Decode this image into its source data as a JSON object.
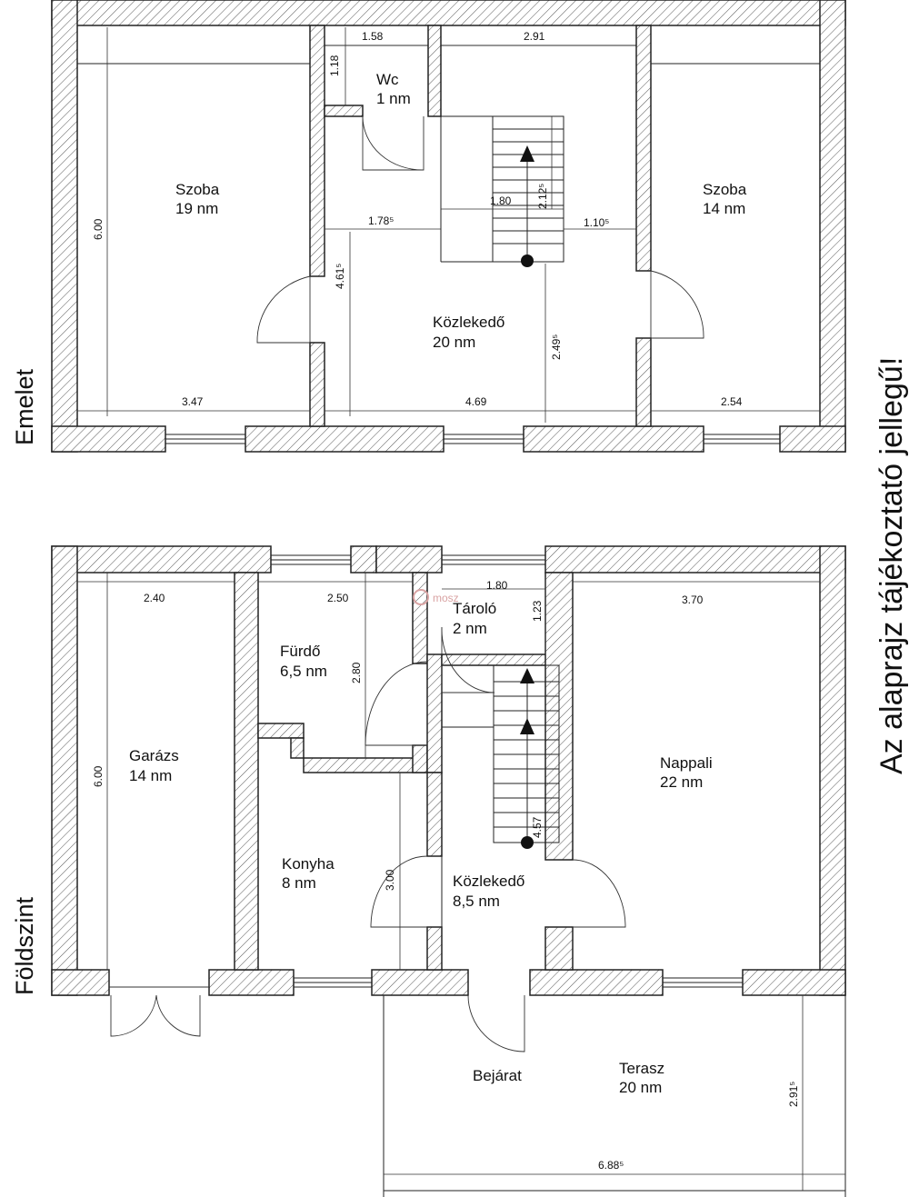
{
  "floors": {
    "upper": {
      "label": "Emelet",
      "rooms": [
        {
          "name": "Szoba",
          "area": "19 nm"
        },
        {
          "name": "Wc",
          "area": "1 nm"
        },
        {
          "name": "Szoba",
          "area": "14 nm"
        },
        {
          "name": "Közlekedő",
          "area": "20 nm"
        }
      ],
      "dimensions": [
        "1.58",
        "2.91",
        "1.18",
        "1.80",
        "2.12⁵",
        "1.78⁵",
        "1.10⁵",
        "6.00",
        "4.61⁵",
        "2.49⁵",
        "3.47",
        "4.69",
        "2.54"
      ]
    },
    "ground": {
      "label": "Földszint",
      "rooms": [
        {
          "name": "Garázs",
          "area": "14 nm"
        },
        {
          "name": "Fürdő",
          "area": "6,5 nm"
        },
        {
          "name": "Tároló",
          "area": "2 nm"
        },
        {
          "name": "Nappali",
          "area": "22 nm"
        },
        {
          "name": "Konyha",
          "area": "8 nm"
        },
        {
          "name": "Közlekedő",
          "area": "8,5 nm"
        },
        {
          "name": "Bejárat",
          "area": ""
        },
        {
          "name": "Terasz",
          "area": "20 nm"
        }
      ],
      "dimensions": [
        "2.40",
        "2.50",
        "1.80",
        "3.70",
        "1.23",
        "2.80",
        "6.00",
        "4.57",
        "3.00",
        "2.91⁵",
        "6.88⁵"
      ]
    }
  },
  "note": "Az alaprajz tájékoztató jellegű!",
  "watermark": "mosz"
}
